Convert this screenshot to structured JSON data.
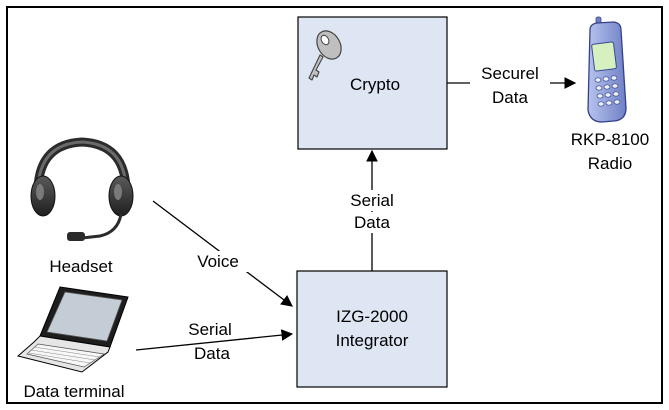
{
  "nodes": {
    "crypto": {
      "label": "Crypto"
    },
    "integrator": {
      "line1": "IZG-2000",
      "line2": "Integrator"
    },
    "radio": {
      "line1": "RKP-8100",
      "line2": "Radio"
    },
    "headset": {
      "label": "Headset"
    },
    "data_terminal": {
      "label": "Data terminal"
    }
  },
  "edges": {
    "crypto_to_radio": {
      "line1": "Securel",
      "line2": "Data"
    },
    "integrator_to_crypto": {
      "line1": "Serial",
      "line2": "Data"
    },
    "headset_to_integrator": {
      "label": "Voice"
    },
    "terminal_to_integrator": {
      "line1": "Serial",
      "line2": "Data"
    }
  },
  "colors": {
    "box_fill": "#dde6f2",
    "border": "#000000",
    "radio_body": "#8f9fd8",
    "radio_screen": "#d6f0c0",
    "key_fill": "#bfbfbf"
  },
  "icons": {
    "crypto": "key-icon",
    "radio": "phone-icon",
    "headset": "headset-icon",
    "terminal": "laptop-icon"
  }
}
